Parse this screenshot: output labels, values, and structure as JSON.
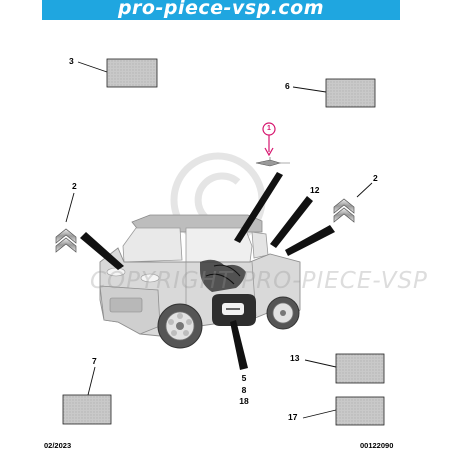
{
  "banner": {
    "text": "pro-piece-vsp.com",
    "color": "#1fa6e0"
  },
  "callouts": {
    "c1": "1",
    "c2_left": "2",
    "c2_right": "2",
    "c3": "3",
    "c5": "5",
    "c6": "6",
    "c7": "7",
    "c8": "8",
    "c12": "12",
    "c13": "13",
    "c17": "17",
    "c18": "18"
  },
  "watermark": {
    "text": "COPYRIGHT PRO-PIECE-VSP"
  },
  "footer": {
    "date": "02/2023",
    "reference": "00122090"
  },
  "colors": {
    "label_plate": "#c8c8c8",
    "highlight": "#d6156e",
    "car_body": "#d8d8d8"
  },
  "icons": [
    "brand-chevron-emblem",
    "copyright-symbol"
  ]
}
